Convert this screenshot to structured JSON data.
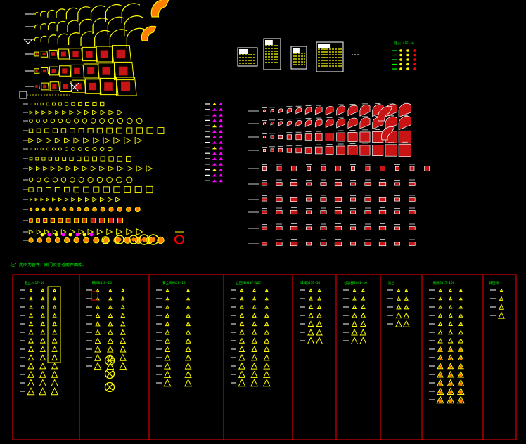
{
  "note_text": "注：此图为管件、阀门及管道附件图库。",
  "colors": {
    "background": "#000000",
    "yellow": "#ffff00",
    "white": "#ffffff",
    "red": "#ff0000",
    "green": "#00ff00",
    "magenta": "#ff00ff",
    "orange": "#ff8000",
    "dark_red": "#c81414"
  },
  "top_right_title": "阻火J41F-16",
  "panels": [
    {
      "title": "截止J41F-16"
    },
    {
      "title": "蝶阀D41F-16"
    },
    {
      "title": "安全阀A42F-16"
    },
    {
      "title": "止回阀H44F-16C"
    },
    {
      "title": "球阀Q41F-16"
    },
    {
      "title": "过滤器SY41-16"
    },
    {
      "title": "法兰"
    },
    {
      "title": "闸阀Z41T-16C"
    },
    {
      "title": "减压阀"
    }
  ]
}
